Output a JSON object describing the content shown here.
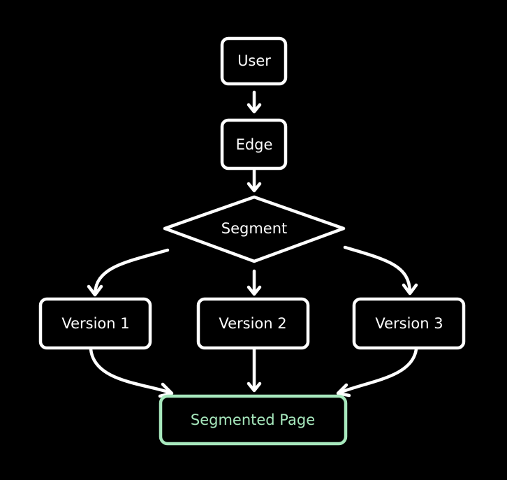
{
  "diagram": {
    "nodes": {
      "user": {
        "label": "User"
      },
      "edge": {
        "label": "Edge"
      },
      "segment": {
        "label": "Segment"
      },
      "version_1": {
        "label": "Version 1"
      },
      "version_2": {
        "label": "Version 2"
      },
      "version_3": {
        "label": "Version 3"
      },
      "segmented_page": {
        "label": "Segmented Page"
      }
    },
    "edges": [
      {
        "from": "user",
        "to": "edge"
      },
      {
        "from": "edge",
        "to": "segment"
      },
      {
        "from": "segment",
        "to": "version_1"
      },
      {
        "from": "segment",
        "to": "version_2"
      },
      {
        "from": "segment",
        "to": "version_3"
      },
      {
        "from": "version_1",
        "to": "segmented_page"
      },
      {
        "from": "version_2",
        "to": "segmented_page"
      },
      {
        "from": "version_3",
        "to": "segmented_page"
      }
    ],
    "colors": {
      "background": "#000000",
      "stroke": "#ffffff",
      "accent": "#a7e8bd"
    }
  }
}
